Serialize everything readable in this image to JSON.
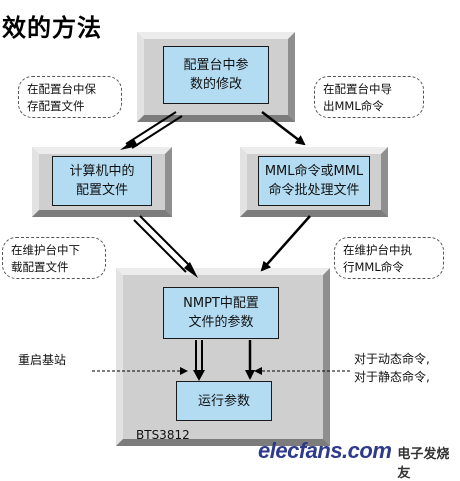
{
  "heading": "效的方法",
  "boxes": {
    "top": [
      "配置台中参",
      "数的修改"
    ],
    "left": [
      "计算机中的",
      "配置文件"
    ],
    "right": [
      "MML命令或MML",
      "命令批处理文件"
    ],
    "nmpt": [
      "NMPT中配置",
      "文件的参数"
    ],
    "run": "运行参数"
  },
  "bubbles": {
    "save": [
      "在配置台中保",
      "存配置文件"
    ],
    "export": [
      "在配置台中导",
      "出MML命令"
    ],
    "download": [
      "在维护台中下",
      "载配置文件"
    ],
    "execute": [
      "在维护台中执",
      "行MML命令"
    ]
  },
  "labels": {
    "restart": "重启基站",
    "dynamic": "对于动态命令,",
    "static": "对于静态命令,",
    "bts": "BTS3812"
  },
  "watermark": {
    "logo": "elecfans.com",
    "cn": "电子发烧友"
  }
}
